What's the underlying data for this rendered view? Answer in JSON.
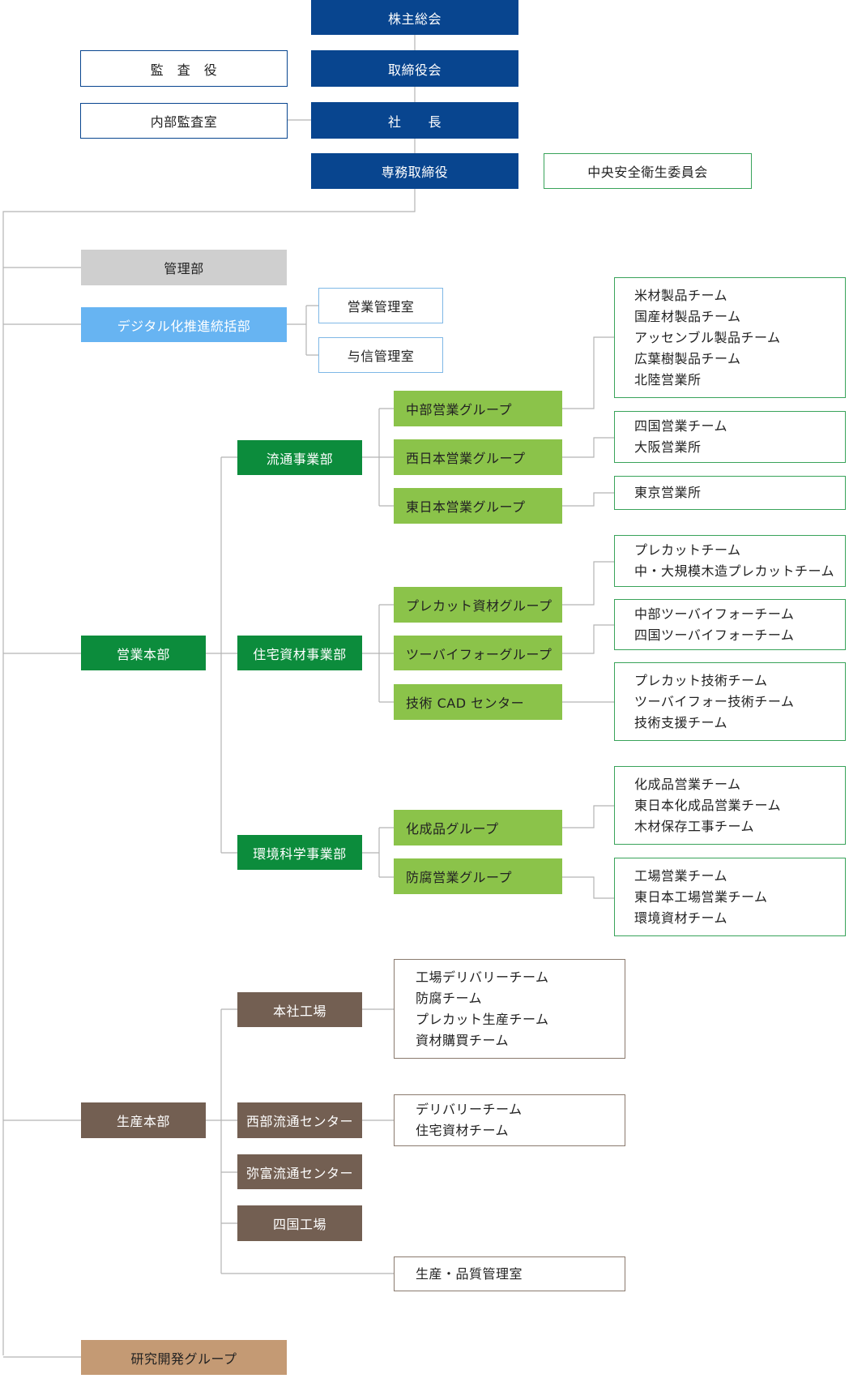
{
  "governance": {
    "shareholders": "株主総会",
    "board": "取締役会",
    "president": "社　　長",
    "senior_md": "専務取締役",
    "auditor": "監　査　役",
    "internal_audit": "内部監査室",
    "safety_committee": "中央安全衛生委員会"
  },
  "admin": {
    "label": "管理部"
  },
  "digital": {
    "label": "デジタル化推進統括部",
    "sales_mgmt": "営業管理室",
    "credit_mgmt": "与信管理室"
  },
  "sales": {
    "label": "営業本部",
    "distribution": {
      "label": "流通事業部",
      "chubu": "中部営業グループ",
      "nishinihon": "西日本営業グループ",
      "higashinihon": "東日本営業グループ",
      "chubu_teams": [
        "米材製品チーム",
        "国産材製品チーム",
        "アッセンブル製品チーム",
        "広葉樹製品チーム",
        "北陸営業所"
      ],
      "nishinihon_teams": [
        "四国営業チーム",
        "大阪営業所"
      ],
      "higashinihon_teams": [
        "東京営業所"
      ]
    },
    "housing": {
      "label": "住宅資材事業部",
      "precut": "プレカット資材グループ",
      "twobyfour": "ツーバイフォーグループ",
      "cad": "技術 CAD センター",
      "precut_teams": [
        "プレカットチーム",
        "中・大規模木造プレカットチーム"
      ],
      "twobyfour_teams": [
        "中部ツーバイフォーチーム",
        "四国ツーバイフォーチーム"
      ],
      "cad_teams": [
        "プレカット技術チーム",
        "ツーバイフォー技術チーム",
        "技術支援チーム"
      ]
    },
    "environment": {
      "label": "環境科学事業部",
      "chemical": "化成品グループ",
      "preservation": "防腐営業グループ",
      "chemical_teams": [
        "化成品営業チーム",
        "東日本化成品営業チーム",
        "木材保存工事チーム"
      ],
      "preservation_teams": [
        "工場営業チーム",
        "東日本工場営業チーム",
        "環境資材チーム"
      ]
    }
  },
  "production": {
    "label": "生産本部",
    "head_factory": "本社工場",
    "head_factory_teams": [
      "工場デリバリーチーム",
      "防腐チーム",
      "プレカット生産チーム",
      "資材購買チーム"
    ],
    "west_center": "西部流通センター",
    "west_center_teams": [
      "デリバリーチーム",
      "住宅資材チーム"
    ],
    "yatomi_center": "弥富流通センター",
    "shikoku_factory": "四国工場",
    "quality": "生産・品質管理室"
  },
  "rnd": {
    "label": "研究開発グループ"
  },
  "colors": {
    "navy": "#08458f",
    "green": "#0c8c3c",
    "lime": "#8bc34a",
    "light_blue": "#67b4f2",
    "gray": "#cfcfcf",
    "brown": "#735f52",
    "tan": "#c49a74",
    "line": "#b4b4b4"
  }
}
